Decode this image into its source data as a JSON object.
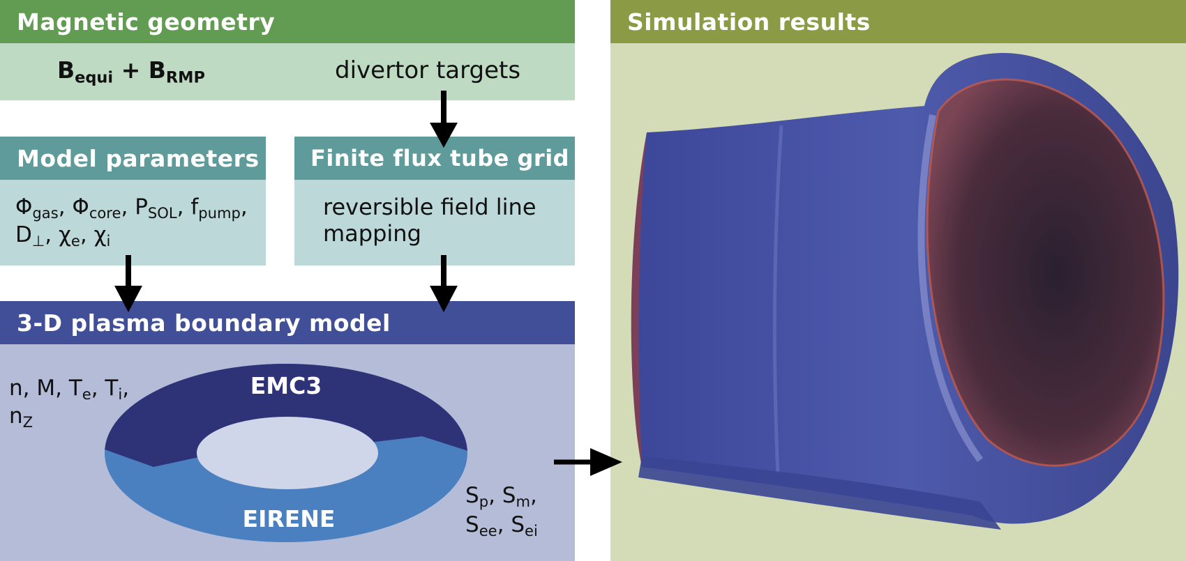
{
  "colors": {
    "geometry_header": "#629c52",
    "geometry_body": "#bfdac3",
    "params_header": "#5f9b9a",
    "params_body": "#bcd8d9",
    "model_header": "#404f97",
    "model_body": "#b5bcd8",
    "results_header": "#8a9a45",
    "results_body": "#d3dcb6",
    "emc3": "#2e3378",
    "eirene": "#4a80bf",
    "ring_hole": "#cfd6ea",
    "torus": "#4a56a8"
  },
  "geometry": {
    "title": "Magnetic geometry",
    "b_main": "B",
    "b_equi_sub": "equi",
    "plus": " + ",
    "b_rmp_sub": "RMP",
    "divertor": "divertor targets"
  },
  "params": {
    "title": "Model parameters",
    "phi1": "Φ",
    "phi1_sub": "gas",
    "sep1": ", ",
    "phi2": "Φ",
    "phi2_sub": "core",
    "sep2": ", ",
    "p": "P",
    "p_sub": "SOL",
    "sep3": ", ",
    "f": "f",
    "f_sub": "pump",
    "sep4": ",",
    "d": "D",
    "d_sub": "⊥",
    "sep5": ", ",
    "chi1": "χ",
    "chi1_sub": "e",
    "sep6": ", ",
    "chi2": "χ",
    "chi2_sub": "i"
  },
  "grid": {
    "title": "Finite flux tube grid",
    "line1": "reversible field line",
    "line2": "mapping"
  },
  "model": {
    "title": "3-D plasma boundary model",
    "vars": {
      "n": "n, M, T",
      "te_sub": "e",
      "sep": ", T",
      "ti_sub": "i",
      "end": ",",
      "nz": "n",
      "nz_sub": "Z"
    },
    "emc3": "EMC3",
    "eirene": "EIRENE",
    "sources": {
      "s1": "S",
      "s1_sub": "p",
      "sep1": ", S",
      "s2_sub": "m",
      "end1": ",",
      "s3": "S",
      "s3_sub": "ee",
      "sep2": ", S",
      "s4_sub": "ei"
    }
  },
  "results": {
    "title": "Simulation results"
  }
}
